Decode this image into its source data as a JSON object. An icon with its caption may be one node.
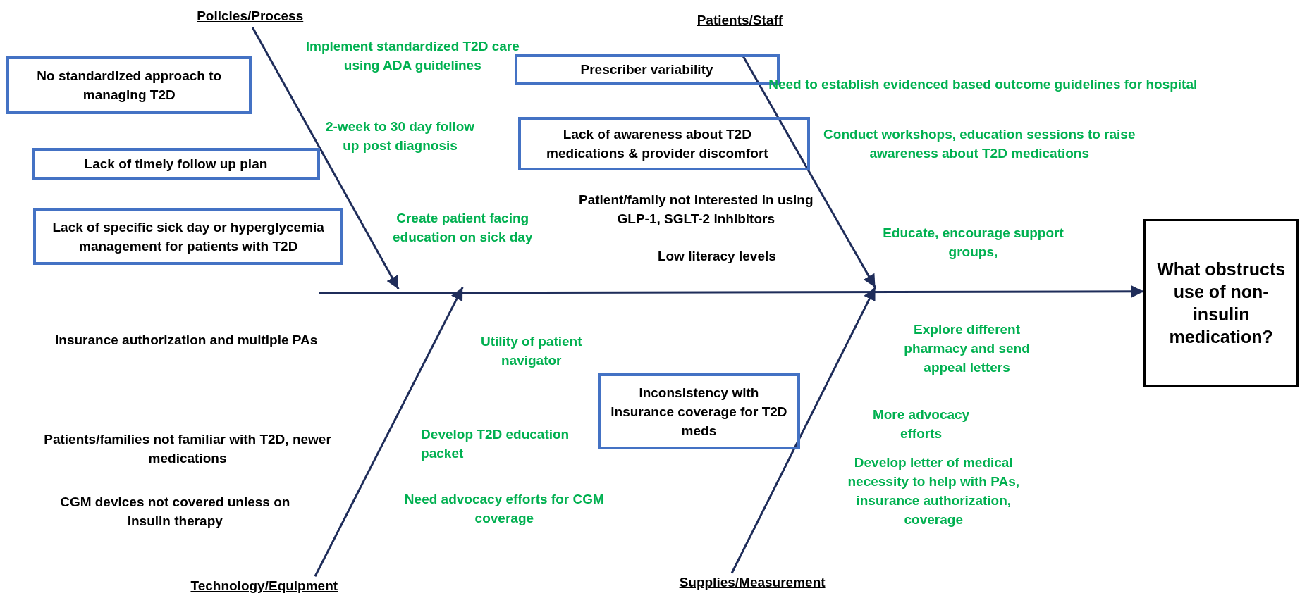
{
  "diagram": {
    "nodes": [
      {
        "text": [
          "Policies/Process"
        ]
      },
      {
        "text": [
          "Patients/Staff"
        ]
      },
      {
        "text": [
          "No standardized approach to managing T2D"
        ]
      },
      {
        "text": [
          "Prescriber variability"
        ]
      },
      {
        "text": [
          "Lack of awareness about T2D medications & provider discomfort"
        ]
      },
      {
        "text": [
          "Lack of timely follow up plan"
        ]
      },
      {
        "text": [
          "Lack of specific sick day or hyperglycemia management for patients with T2D"
        ]
      },
      {
        "text": [
          "What obstructs use of non-insulin medication?"
        ]
      },
      {
        "text": [
          "Inconsistency with insurance coverage for T2D meds"
        ]
      },
      {
        "text": [
          "Technology/Equipment"
        ]
      },
      {
        "text": [
          "Supplies/Measurement"
        ]
      }
    ],
    "edges": [
      {
        "from": null,
        "to": 7,
        "arrow": "to"
      },
      {
        "from": 0,
        "to": null,
        "arrow": "to"
      },
      {
        "from": 1,
        "to": null,
        "arrow": "to"
      },
      {
        "from": 9,
        "to": null,
        "arrow": "to"
      },
      {
        "from": 10,
        "to": null,
        "arrow": "to"
      }
    ],
    "labels": [
      "Implement standardized T2D care using ADA guidelines",
      "Need to establish evidenced based outcome guidelines for hospital",
      "2-week to 30 day follow up post diagnosis",
      "Conduct workshops, education sessions to raise awareness about T2D medications",
      "Patient/family not interested in using GLP-1, SGLT-2 inhibitors",
      "Create patient facing education on sick day",
      "Educate, encourage support groups,",
      "Low literacy levels",
      "Insurance authorization and multiple PAs",
      "Utility of patient navigator",
      "Explore different pharmacy and send appeal letters",
      "Patients/families not familiar with T2D, newer medications",
      "More advocacy efforts",
      "Develop T2D education packet",
      "Develop letter of medical necessity to help with PAs, insurance authorization, coverage",
      "CGM devices not covered unless on insulin therapy",
      "Need advocacy efforts for CGM coverage"
    ]
  }
}
